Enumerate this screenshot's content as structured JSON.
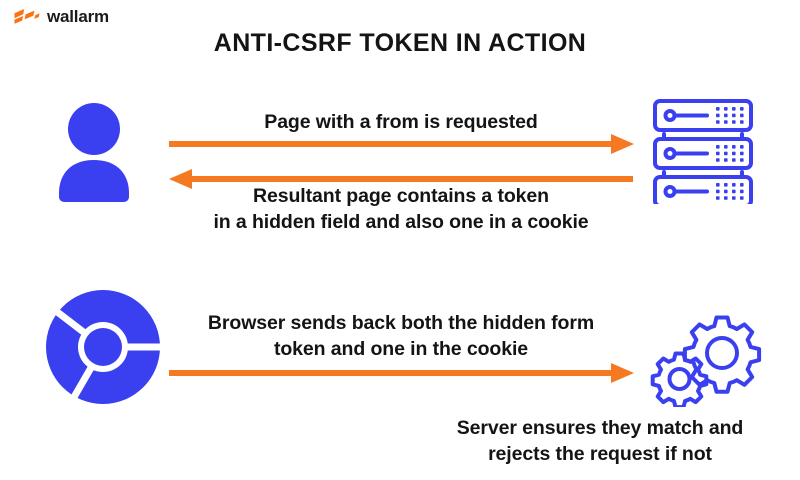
{
  "brand": {
    "name": "wallarm",
    "logo_icon": "wallarm-lightning-logo",
    "logo_color": "#F97316"
  },
  "title": "ANTI-CSRF TOKEN IN ACTION",
  "colors": {
    "accent_orange": "#F47920",
    "icon_blue": "#3A40EF",
    "text_black": "#141414",
    "background": "#FFFFFF"
  },
  "actors": {
    "user": {
      "icon": "user-avatar-icon",
      "color": "#3A40EF"
    },
    "server": {
      "icon": "server-rack-icon",
      "color": "#3A40EF"
    },
    "browser": {
      "icon": "chrome-browser-icon",
      "color": "#3A40EF"
    },
    "processing": {
      "icon": "gears-icon",
      "color": "#3A40EF"
    }
  },
  "flows": [
    {
      "id": "request",
      "direction": "right",
      "from": "user",
      "to": "server",
      "caption": [
        "Page with a from is requested"
      ],
      "arrow_icon": "arrow-right-icon"
    },
    {
      "id": "response",
      "direction": "left",
      "from": "server",
      "to": "user",
      "caption": [
        "Resultant page contains a token",
        "in a hidden field and also one in a cookie"
      ],
      "arrow_icon": "arrow-left-icon"
    },
    {
      "id": "resubmit",
      "direction": "right",
      "from": "browser",
      "to": "processing",
      "caption": [
        "Browser sends back both the hidden form",
        "token and one in the cookie"
      ],
      "arrow_icon": "arrow-right-icon"
    }
  ],
  "notes": {
    "server_validation": [
      "Server ensures they match and",
      "rejects the request if not"
    ]
  }
}
